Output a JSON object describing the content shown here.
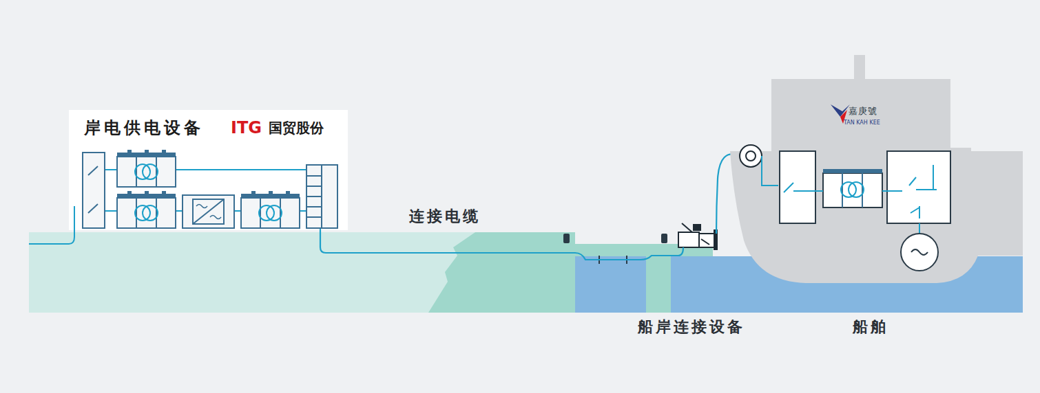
{
  "diagram": {
    "nodes": [
      {
        "text": [
          "岸电供电设备",
          "ITG",
          "国贸股份"
        ]
      },
      {
        "text": [
          "嘉庚號",
          "TAN KAH KEE"
        ]
      }
    ],
    "edges": [
      {
        "from": 0,
        "to": 1,
        "arrow": "none"
      }
    ],
    "labels": [
      "连接电缆",
      "船岸连接设备",
      "船舶"
    ]
  }
}
